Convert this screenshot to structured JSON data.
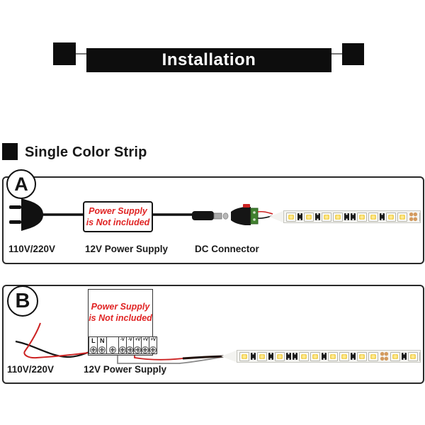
{
  "banner": {
    "title": "Installation"
  },
  "section_heading": {
    "title": "Single Color Strip"
  },
  "diagram_a": {
    "badge": "A",
    "note": {
      "line1": "Power Supply",
      "line2": "is Not included"
    },
    "labels": {
      "input_voltage": "110V/220V",
      "power_supply": "12V Power Supply",
      "connector": "DC Connector"
    },
    "strip_pattern": [
      "led",
      "res",
      "led",
      "res",
      "led",
      "led",
      "res",
      "res",
      "led",
      "led",
      "res",
      "led",
      "led",
      "pad",
      "led"
    ]
  },
  "diagram_b": {
    "badge": "B",
    "note": {
      "line1": "Power Supply",
      "line2": "is Not included"
    },
    "terminal_labels": [
      "L",
      "N",
      "",
      "-V",
      "-V",
      "+V",
      "+V",
      "+V"
    ],
    "labels": {
      "input_voltage": "110V/220V",
      "power_supply": "12V Power Supply"
    },
    "strip_pattern": [
      "led",
      "res",
      "led",
      "res",
      "led",
      "res",
      "res",
      "led",
      "led",
      "res",
      "led",
      "led",
      "res",
      "led",
      "led",
      "pad",
      "led",
      "res",
      "led",
      "led"
    ]
  },
  "colors": {
    "note_red": "#e02424",
    "wire_red": "#cc2222",
    "wire_gray": "#8a8a8a",
    "led_yellow": "#f0cd45",
    "pad_copper": "#d39a5e",
    "banner_black": "#0d0d0d"
  }
}
